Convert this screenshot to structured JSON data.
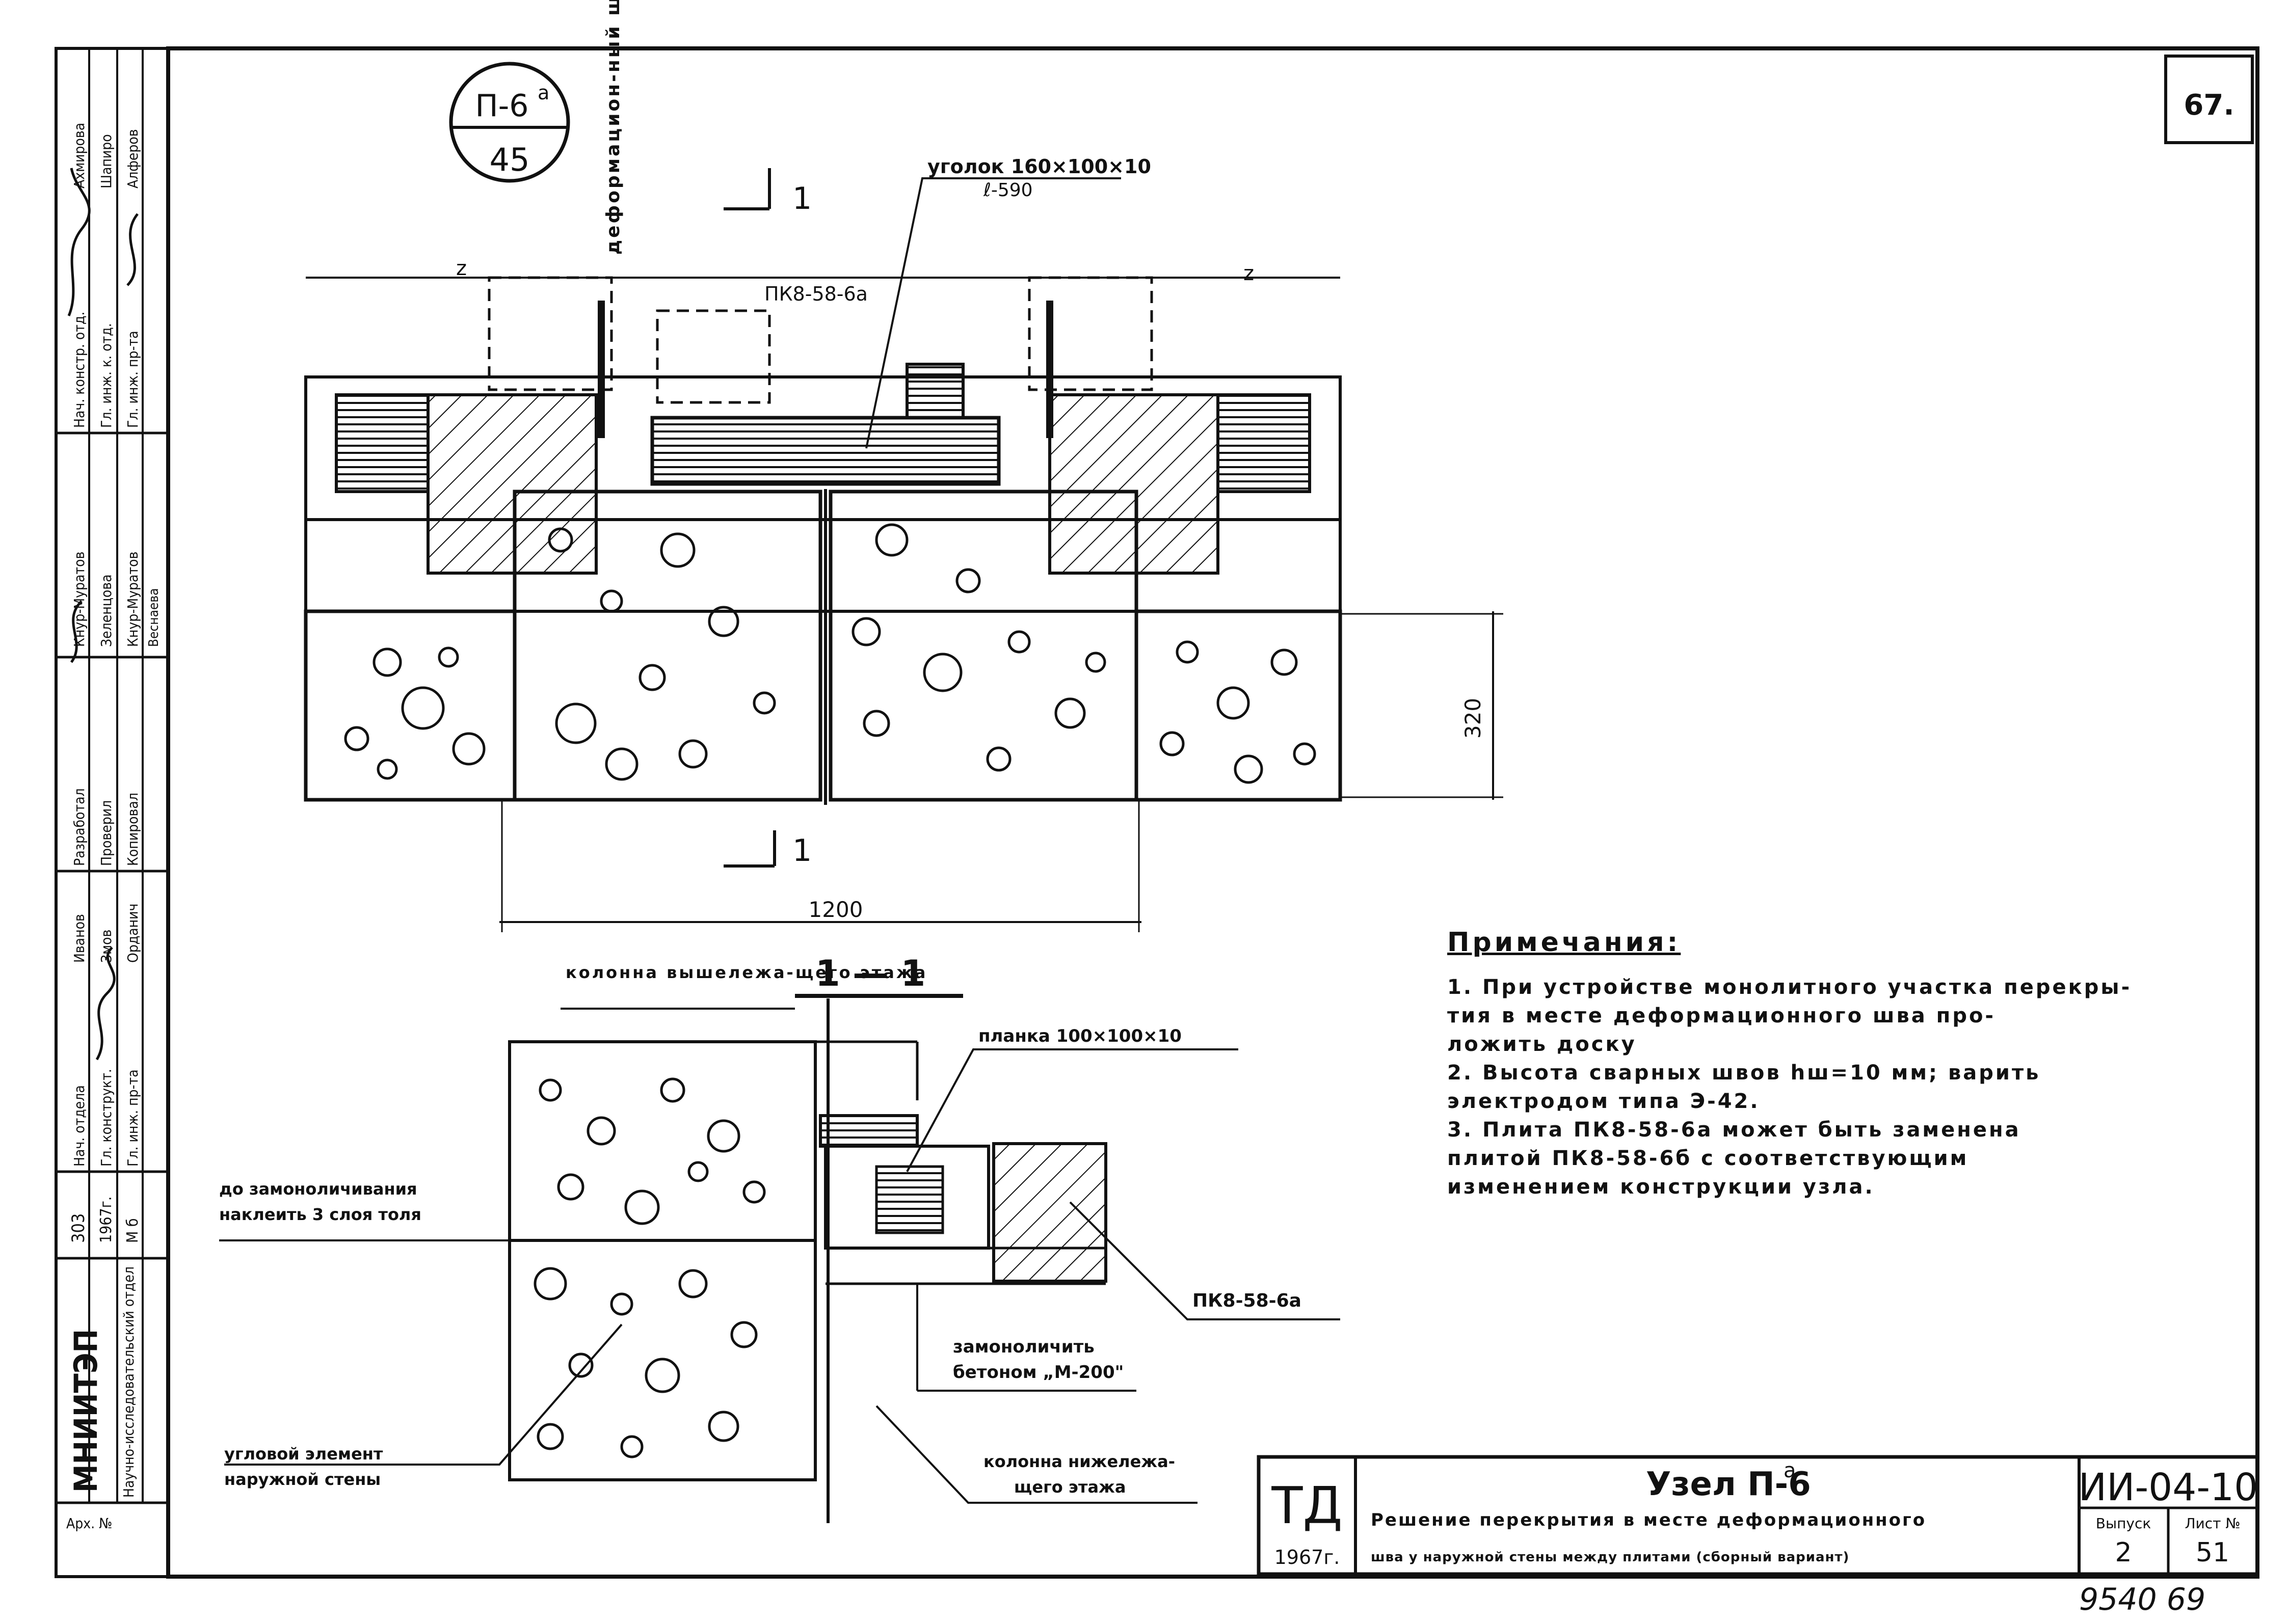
{
  "sheet": {
    "page_number": "67.",
    "stamp_bottom": "9540  69"
  },
  "header": {
    "node_marker_top": "П-6",
    "node_marker_sup": "a",
    "node_marker_bottom": "45",
    "deformation_joint_label": "деформацион-ный шов"
  },
  "plan": {
    "angle_label": "уголок 160×100×10",
    "angle_length": "ℓ-590",
    "slab_label": "ПК8-58-6а",
    "section_mark": "1",
    "dim_width": "1200",
    "dim_height": "320",
    "break_mark": "z"
  },
  "section": {
    "title": "1 — 1",
    "upper_column_label": "колонна вышележа-щего этажа",
    "plate_label": "планка 100×100×10",
    "tar_label": "до замоноличивания наклеить 3 слоя толя",
    "slab_label": "ПК8-58-6а",
    "concrete_label": "замоноличить бетоном „М-200”",
    "corner_label": "угловой элемент наружной стены",
    "lower_column_label": "колонна нижележа-щего этажа"
  },
  "notes": {
    "title": "Примечания:",
    "lines": [
      "1. При устройстве монолитного участка перекры-",
      "   тия в месте деформационного шва про-",
      "   ложить доску",
      "2. Высота сварных швов hш=10 мм; варить",
      "   электродом типа Э-42.",
      "3. Плита ПК8-58-6а может быть заменена",
      "   плитой ПК8-58-6б с соответствующим",
      "   изменением конструкции узла."
    ]
  },
  "title_block": {
    "org_code": "ТД",
    "year": "1967г.",
    "node_title": "Узел П-6",
    "node_sup": "a",
    "description_1": "Решение перекрытия в месте деформационного",
    "description_2": "шва у наружной стены между плитами (сборный вариант)",
    "doc_code": "ИИ-04-10",
    "issue_label": "Выпуск",
    "issue_value": "2",
    "sheet_label": "Лист №",
    "sheet_value": "51"
  },
  "side_stamp": {
    "org": "МНИИТЭП",
    "org_sub": "Научно-исследовательский отдел",
    "sheet_no": "303",
    "year": "1967г.",
    "scale": "М б",
    "archive": "Арх. №",
    "roles": [
      "Нач. констр. отд.",
      "Гл. инж. к. отд.",
      "Гл. инж. пр-та",
      "Разработал",
      "Проверил",
      "Копировал",
      "Нач. отдела",
      "Гл. конструкт.",
      "Гл. инж. пр-та"
    ],
    "names": [
      "Ахмирова",
      "Шапиро",
      "Алферов",
      "Кнур-Муратов",
      "Зеленцова",
      "Кнур-Муратов",
      "Веснаева",
      "Иванов",
      "Змов",
      "Орданич"
    ]
  }
}
